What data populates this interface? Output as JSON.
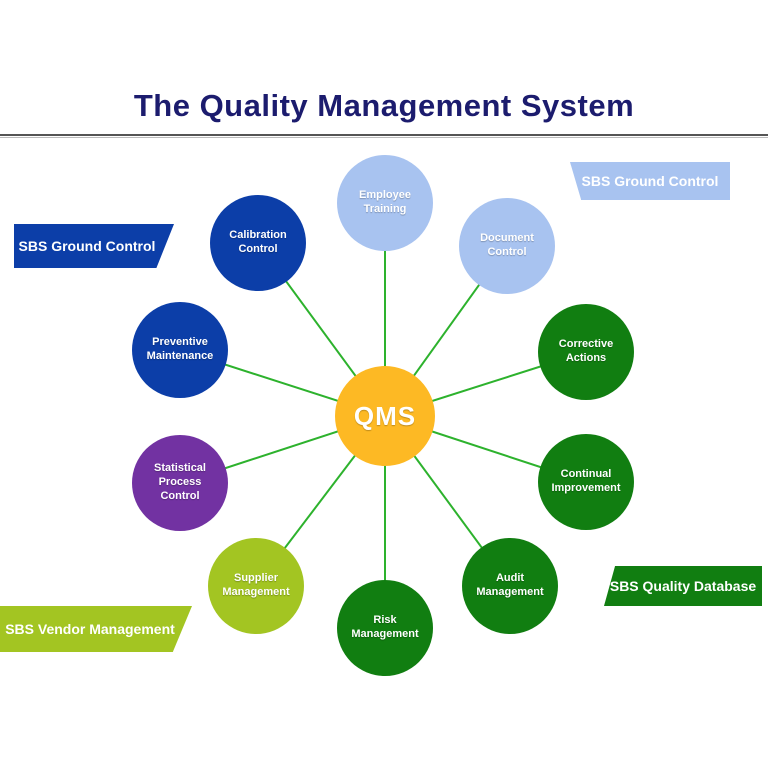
{
  "title": "The Quality Management System",
  "hub": {
    "label": "QMS"
  },
  "nodes": [
    {
      "id": "employee-training",
      "label": "Employee Training",
      "color": "#a8c3f0"
    },
    {
      "id": "document-control",
      "label": "Document Control",
      "color": "#a8c3f0"
    },
    {
      "id": "corrective-actions",
      "label": "Corrective Actions",
      "color": "#117e11"
    },
    {
      "id": "continual-improvement",
      "label": "Continual Improvement",
      "color": "#117e11"
    },
    {
      "id": "audit-management",
      "label": "Audit Management",
      "color": "#117e11"
    },
    {
      "id": "risk-management",
      "label": "Risk Management",
      "color": "#117e11"
    },
    {
      "id": "supplier-management",
      "label": "Supplier Management",
      "color": "#a3c522"
    },
    {
      "id": "statistical-process-control",
      "label": "Statistical Process Control",
      "color": "#7232a2"
    },
    {
      "id": "preventive-maintenance",
      "label": "Preventive Maintenance",
      "color": "#0c3ea8"
    },
    {
      "id": "calibration-control",
      "label": "Calibration Control",
      "color": "#0c3ea8"
    }
  ],
  "banners": [
    {
      "id": "sbs-ground-control-left",
      "label": "SBS Ground Control",
      "color": "#0c3ea8"
    },
    {
      "id": "sbs-ground-control-right",
      "label": "SBS Ground Control",
      "color": "#a8c3f0"
    },
    {
      "id": "sbs-quality-database",
      "label": "SBS Quality Database",
      "color": "#117e11"
    },
    {
      "id": "sbs-vendor-management",
      "label": "SBS Vendor Management",
      "color": "#a3c522"
    }
  ],
  "colors": {
    "title": "#1c1c6e",
    "hub": "#fdb924",
    "connector": "#2db22d"
  }
}
